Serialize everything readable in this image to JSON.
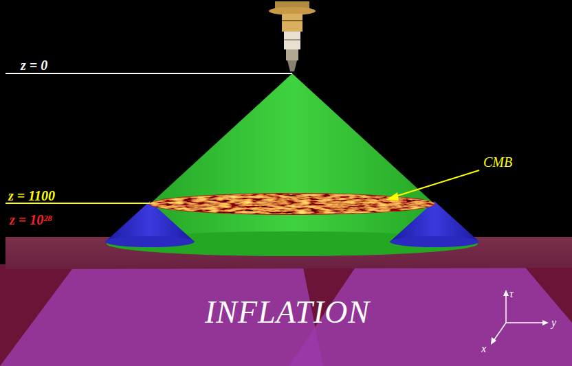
{
  "diagram": {
    "labels": [
      "z = 0",
      "CMB",
      "z = 1100",
      "z = 10²⁸",
      "INFLATION",
      "τ",
      "y",
      "x"
    ]
  }
}
